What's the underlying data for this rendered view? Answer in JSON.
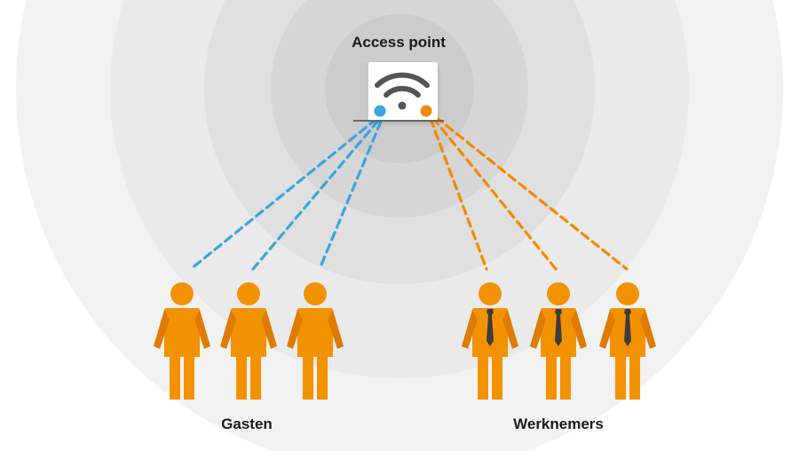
{
  "access_point": {
    "label": "Access point",
    "icon": "wifi-icon"
  },
  "groups": [
    {
      "key": "guests",
      "label": "Gasten",
      "count": 3,
      "tie": false,
      "color": "#3aa6dd"
    },
    {
      "key": "employees",
      "label": "Werknemers",
      "count": 3,
      "tie": true,
      "color": "#f08a00"
    }
  ],
  "colors": {
    "person": "#f39200",
    "person_shade": "#de7b00",
    "tie": "#3c3c3c",
    "guest_link": "#3aa6dd",
    "employee_link": "#f08a00",
    "router_bg": "#ffffff",
    "wifi": "#555555"
  }
}
